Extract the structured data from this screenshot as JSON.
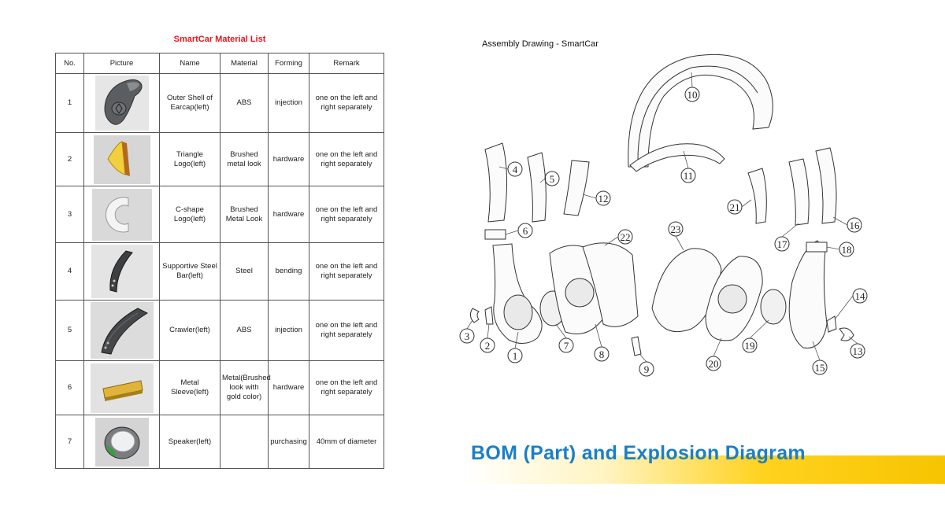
{
  "table": {
    "title": "SmartCar Material List",
    "headers": [
      "No.",
      "Picture",
      "Name",
      "Material",
      "Forming",
      "Remark"
    ],
    "rows": [
      {
        "no": "1",
        "picture": "outer-shell-photo",
        "name": "Outer Shell of Earcap(left)",
        "material": "ABS",
        "forming": "injection",
        "remark": "one on the left and right separately"
      },
      {
        "no": "2",
        "picture": "triangle-logo-photo",
        "name": "Triangle Logo(left)",
        "material": "Brushed metal look",
        "forming": "hardware",
        "remark": "one on the left and right separately"
      },
      {
        "no": "3",
        "picture": "c-shape-logo-photo",
        "name": "C-shape Logo(left)",
        "material": "Brushed Metal Look",
        "forming": "hardware",
        "remark": "one on the left and right separately"
      },
      {
        "no": "4",
        "picture": "steel-bar-photo",
        "name": "Supportive Steel Bar(left)",
        "material": "Steel",
        "forming": "bending",
        "remark": "one on the left and right separately"
      },
      {
        "no": "5",
        "picture": "crawler-photo",
        "name": "Crawler(left)",
        "material": "ABS",
        "forming": "injection",
        "remark": "one on the left and right separately"
      },
      {
        "no": "6",
        "picture": "metal-sleeve-photo",
        "name": "Metal Sleeve(left)",
        "material": "Metal(Brushed look with gold color)",
        "forming": "hardware",
        "remark": "one on the left and right separately"
      },
      {
        "no": "7",
        "picture": "speaker-photo",
        "name": "Speaker(left)",
        "material": "",
        "forming": "purchasing",
        "remark": "40mm of diameter"
      }
    ]
  },
  "diagram": {
    "title": "Assembly Drawing - SmartCar",
    "callouts": [
      "1",
      "2",
      "3",
      "4",
      "5",
      "6",
      "7",
      "8",
      "9",
      "10",
      "11",
      "12",
      "13",
      "14",
      "15",
      "16",
      "17",
      "18",
      "19",
      "20",
      "21",
      "22",
      "23"
    ]
  },
  "banner": {
    "title": "BOM (Part) and Explosion Diagram",
    "title_color": "#1b7fc8",
    "accent_color": "#ffd21f"
  }
}
